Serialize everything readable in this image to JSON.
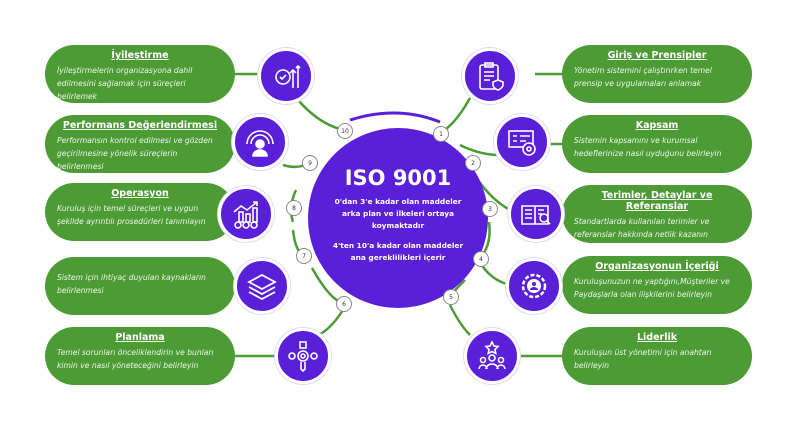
{
  "center": {
    "title": "ISO 9001",
    "text1": "0'dan 3'e kadar olan maddeler arka plan ve ilkeleri ortaya koymaktadır",
    "text2": "4'ten 10'a kadar olan maddeler ana gereklilikleri içerir"
  },
  "left": [
    {
      "num": "10",
      "icon": "gear-badge-arrows-icon",
      "title": "İyileştirme",
      "desc": "İyileştirmelerin organizasyona dahil edilmesini sağlamak için süreçleri belirlemek"
    },
    {
      "num": "9",
      "icon": "gauge-person-icon",
      "title": "Performans Değerlendirmesi",
      "desc": "Performansın kontrol edilmesi ve gözden geçirilmesine yönelik süreçlerin belirlenmesi"
    },
    {
      "num": "8",
      "icon": "chart-gears-icon",
      "title": "Operasyon",
      "desc": "Kuruluş için temel süreçleri ve uygun şekilde ayrıntılı prosedürleri tanımlayın"
    },
    {
      "num": "7",
      "icon": "layers-icon",
      "title": "",
      "desc": "Sistem için ihtiyaç duyulan kaynakların belirlenmesi"
    },
    {
      "num": "6",
      "icon": "planning-cycle-icon",
      "title": "Planlama",
      "desc": "Temel sorunları önceliklendirin ve bunları kimin ve nasıl yöneteceğini belirleyin"
    }
  ],
  "right": [
    {
      "num": "1",
      "icon": "clipboard-shield-icon",
      "title": "Giriş ve Prensipler",
      "desc": "Yönetim sistemini çalıştırırken temel prensip ve uygulamaları anlamak"
    },
    {
      "num": "2",
      "icon": "form-target-icon",
      "title": "Kapsam",
      "desc": "Sistemin kapsamını ve kurumsal hedeflerinize nasıl uyduğunu belirleyin"
    },
    {
      "num": "3",
      "icon": "book-search-icon",
      "title": "Terimler, Detaylar ve Referanslar",
      "desc": "Standartlarda kullanılan terimler ve referanslar hakkında netlik kazanın"
    },
    {
      "num": "4",
      "icon": "gear-team-icon",
      "title": "Organizasyonun İçeriği",
      "desc": "Kuruluşunuzun ne yaptığını,Müşteriler ve Paydaşlarla olan ilişkilerini belirleyin"
    },
    {
      "num": "5",
      "icon": "leader-star-icon",
      "title": "Liderlik",
      "desc": "Kuruluşun üst yönetimi için anahtarı belirleyin"
    }
  ],
  "colors": {
    "purple": "#5a1fd8",
    "green": "#4c9b35"
  }
}
